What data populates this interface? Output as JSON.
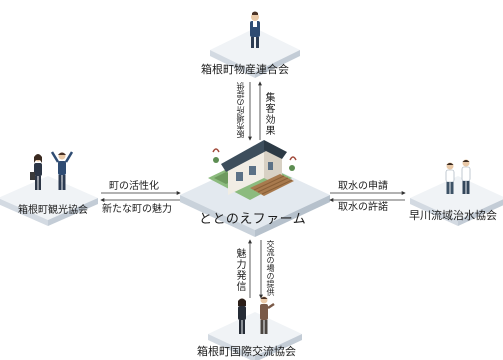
{
  "center": {
    "name": "ととのえファーム"
  },
  "nodes": {
    "top": {
      "name": "箱根町物産連合会"
    },
    "left": {
      "name": "箱根町観光協会"
    },
    "right": {
      "name": "早川流域治水協会"
    },
    "bottom": {
      "name": "箱根町国際交流協会"
    }
  },
  "relations": {
    "top_to_center": "販売場所の提供",
    "center_to_top": "集客効果",
    "left_to_center": "町の活性化",
    "center_to_left": "新たな町の魅力",
    "center_to_right": "取水の申請",
    "right_to_center": "取水の許諾",
    "center_to_bottom": "魅力発信",
    "bottom_to_center": "交流の場の提供"
  },
  "colors": {
    "platform_top": "#eef1f4",
    "platform_side": "#c9d2db",
    "center_platform": "#dfe7ee",
    "roof": "#3d4e5c",
    "wall": "#f1ede4",
    "ground": "#7cae7a",
    "arrow": "#333333"
  }
}
